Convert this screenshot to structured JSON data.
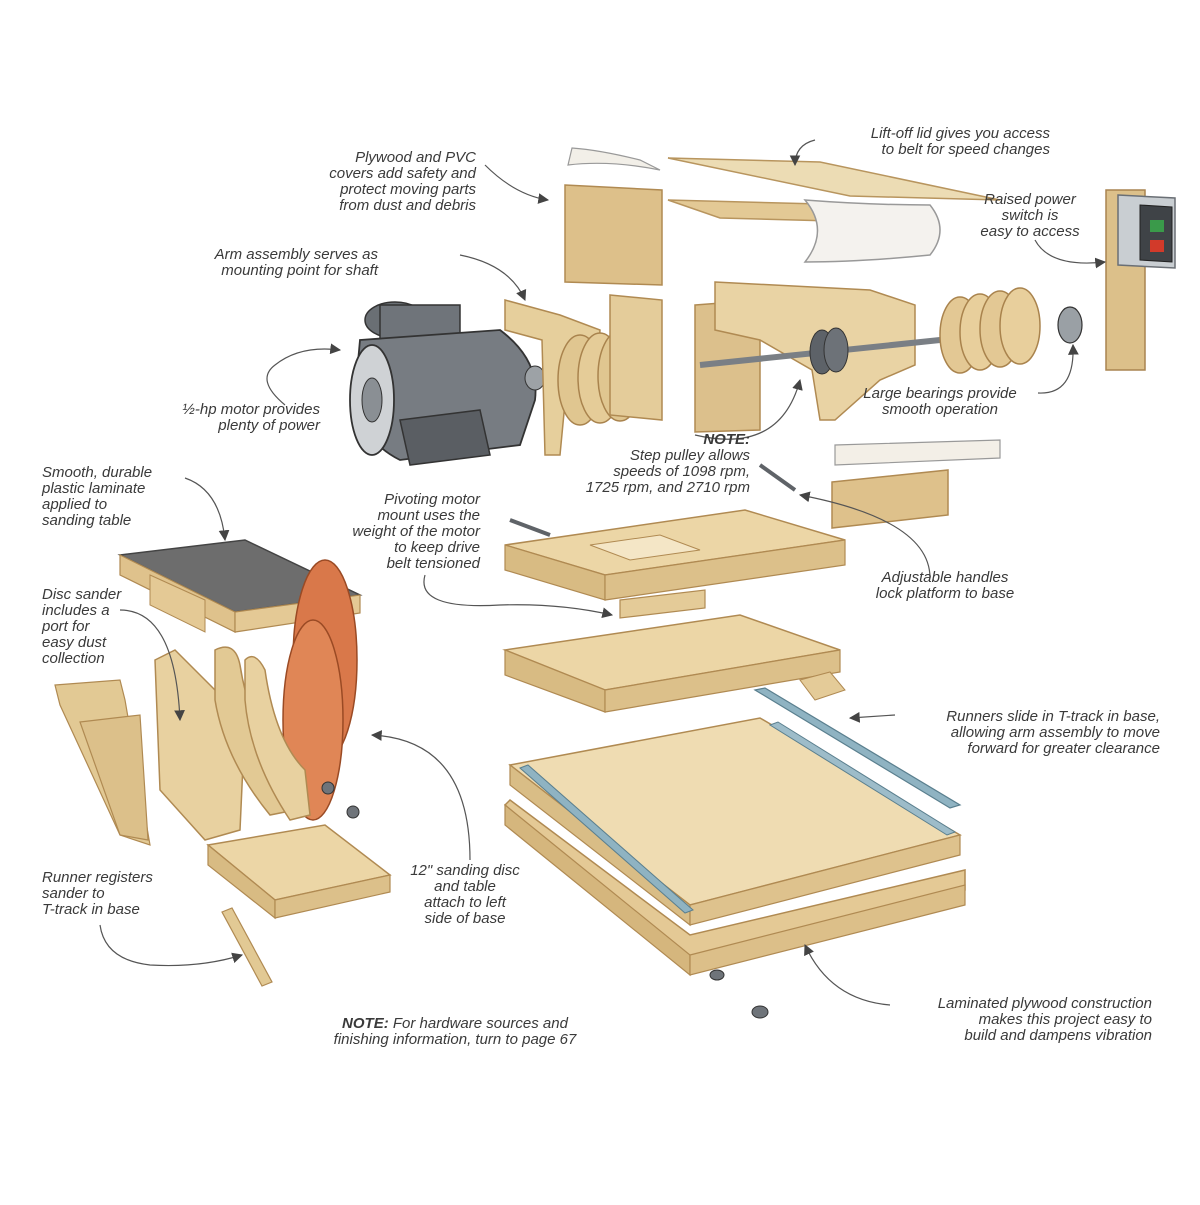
{
  "diagram": {
    "callouts": [
      {
        "id": "covers",
        "lines": [
          "Plywood and PVC",
          "covers add safety and",
          "protect moving parts",
          "from dust and debris"
        ]
      },
      {
        "id": "lid",
        "lines": [
          "Lift-off lid gives you access",
          "to belt for speed changes"
        ]
      },
      {
        "id": "switch",
        "lines": [
          "Raised power",
          "switch is",
          "easy to access"
        ]
      },
      {
        "id": "arm",
        "lines": [
          "Arm assembly serves as",
          "mounting point for shaft"
        ]
      },
      {
        "id": "motor",
        "lines": [
          "½-hp motor provides",
          "plenty of power"
        ]
      },
      {
        "id": "bearings",
        "lines": [
          "Large bearings provide",
          "smooth operation"
        ]
      },
      {
        "id": "pulley",
        "heading": "NOTE:",
        "lines": [
          "Step pulley allows",
          "speeds of 1098 rpm,",
          "1725 rpm, and 2710 rpm"
        ]
      },
      {
        "id": "laminate",
        "lines": [
          "Smooth, durable",
          "plastic laminate",
          "applied to",
          "sanding table"
        ]
      },
      {
        "id": "mount",
        "lines": [
          "Pivoting motor",
          "mount uses the",
          "weight of the motor",
          "to keep drive",
          "belt tensioned"
        ]
      },
      {
        "id": "handles",
        "lines": [
          "Adjustable handles",
          "lock platform to base"
        ]
      },
      {
        "id": "disc",
        "lines": [
          "Disc sander",
          "includes a",
          "port for",
          "easy dust",
          "collection"
        ]
      },
      {
        "id": "runners",
        "lines": [
          "Runners slide in T-track in base,",
          "allowing arm assembly to move",
          "forward for greater clearance"
        ]
      },
      {
        "id": "sandingdisc",
        "lines": [
          "12\" sanding disc",
          "and table",
          "attach to left",
          "side of base"
        ]
      },
      {
        "id": "runner",
        "lines": [
          "Runner registers",
          "sander to",
          "T-track in base"
        ]
      },
      {
        "id": "laminated",
        "lines": [
          "Laminated plywood construction",
          "makes this project easy to",
          "build and dampens vibration"
        ]
      },
      {
        "id": "hardware",
        "heading": "NOTE:",
        "heading_inline": true,
        "lines": [
          "For hardware sources and",
          "finishing information, turn to page 67"
        ]
      }
    ],
    "colors": {
      "wood": "#ebd6a8",
      "wood_edge": "#c9a66b",
      "wood_dark": "#d7ba82",
      "laminate": "#6d6d6d",
      "motor": "#767b80",
      "motor_dark": "#4f5358",
      "disc": "#d9784a",
      "ttrack": "#8fb3c2",
      "switch_red": "#d23a2a",
      "switch_green": "#3a9a4a",
      "text": "#3a3a3a",
      "leader": "#555555"
    }
  }
}
